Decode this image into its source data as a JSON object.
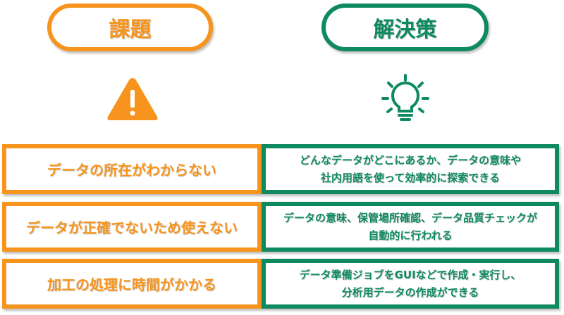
{
  "headers": {
    "problem": "課題",
    "solution": "解決策"
  },
  "icons": {
    "problem": "warning-icon",
    "solution": "lightbulb-icon"
  },
  "colors": {
    "problem": "#f7941d",
    "solution": "#0f8a5f"
  },
  "rows": [
    {
      "problem": "データの所在がわからない",
      "solution": "どんなデータがどこにあるか、データの意味や\n社内用語を使って効率的に探索できる"
    },
    {
      "problem": "データが正確でないため使えない",
      "solution": "データの意味、保管場所確認、データ品質チェックが\n自動的に行われる"
    },
    {
      "problem": "加工の処理に時間がかかる",
      "solution": "データ準備ジョブをGUIなどで作成・実行し、\n分析用データの作成ができる"
    }
  ]
}
